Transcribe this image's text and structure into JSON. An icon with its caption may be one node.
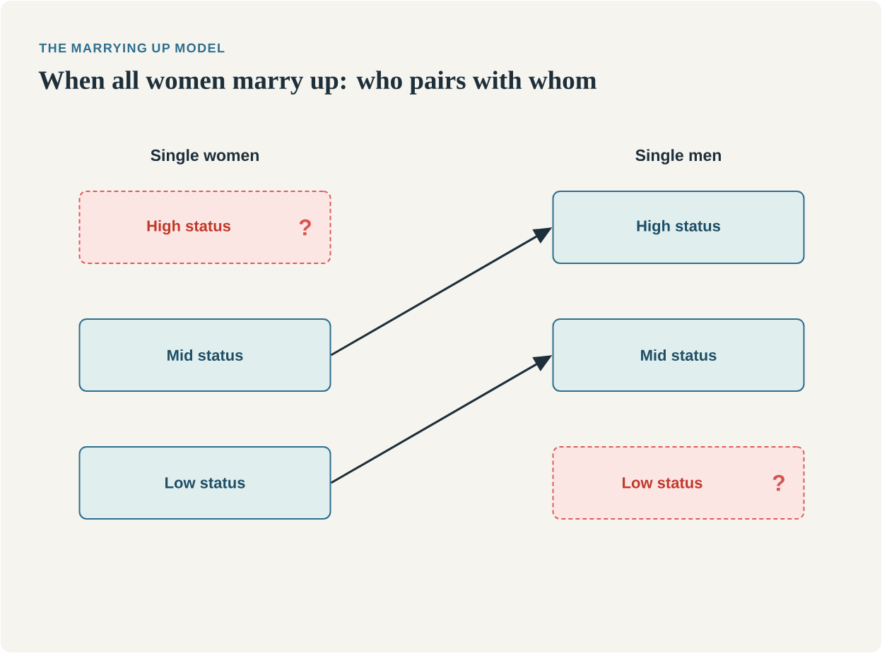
{
  "diagram": {
    "title": "When all women marry up: who pairs with whom",
    "nodes": [
      {
        "text": [
          "High status",
          "?"
        ]
      },
      {
        "text": [
          "Mid status"
        ]
      },
      {
        "text": [
          "Low status"
        ]
      },
      {
        "text": [
          "High status"
        ]
      },
      {
        "text": [
          "Mid status"
        ]
      },
      {
        "text": [
          "Low status",
          "?"
        ]
      }
    ],
    "edges": [
      {
        "from": 1,
        "to": 3,
        "arrow": "to"
      },
      {
        "from": 2,
        "to": 4,
        "arrow": "to"
      }
    ],
    "labels": [
      "THE MARRYING UP MODEL",
      "Single women",
      "Single men"
    ]
  }
}
